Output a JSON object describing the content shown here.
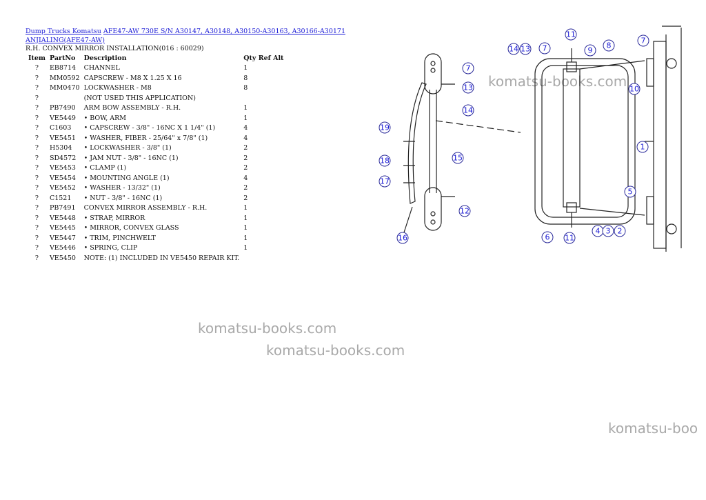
{
  "breadcrumb": {
    "category": "Dump Trucks Komatsu",
    "model_line1": "AFE47-AW 730E S/N A30147, A30148, A30150-A30163, A30166-A30171",
    "model_line2": "ANJIALING(AFE47-AW)"
  },
  "section_title": "R.H. CONVEX MIRROR INSTALLATION(016 : 60029)",
  "table": {
    "headers": {
      "item": "Item",
      "partno": "PartNo",
      "description": "Description",
      "qty": "Qty Ref Alt"
    },
    "rows": [
      {
        "item": "?",
        "partno": "EB8714",
        "description": "CHANNEL",
        "qty": "1"
      },
      {
        "item": "?",
        "partno": "MM0592",
        "description": "CAPSCREW - M8 X 1.25 X 16",
        "qty": "8"
      },
      {
        "item": "?",
        "partno": "MM0470",
        "description": "LOCKWASHER - M8",
        "qty": "8"
      },
      {
        "item": "?",
        "partno": "",
        "description": "(NOT USED THIS APPLICATION)",
        "qty": ""
      },
      {
        "item": "?",
        "partno": "PB7490",
        "description": "ARM BOW ASSEMBLY - R.H.",
        "qty": "1"
      },
      {
        "item": "?",
        "partno": "VE5449",
        "description": "• BOW, ARM",
        "qty": "1"
      },
      {
        "item": "?",
        "partno": "C1603",
        "description": "• CAPSCREW - 3/8\" - 16NC X 1 1/4\" (1)",
        "qty": "4"
      },
      {
        "item": "?",
        "partno": "VE5451",
        "description": "• WASHER, FIBER - 25/64\" x 7/8\" (1)",
        "qty": "4"
      },
      {
        "item": "?",
        "partno": "H5304",
        "description": "• LOCKWASHER - 3/8\" (1)",
        "qty": "2"
      },
      {
        "item": "?",
        "partno": "SD4572",
        "description": "• JAM NUT - 3/8\" - 16NC (1)",
        "qty": "2"
      },
      {
        "item": "?",
        "partno": "VE5453",
        "description": "• CLAMP (1)",
        "qty": "2"
      },
      {
        "item": "?",
        "partno": "VE5454",
        "description": "• MOUNTING ANGLE (1)",
        "qty": "4"
      },
      {
        "item": "?",
        "partno": "VE5452",
        "description": "• WASHER - 13/32\" (1)",
        "qty": "2"
      },
      {
        "item": "?",
        "partno": "C1521",
        "description": "• NUT - 3/8\" - 16NC (1)",
        "qty": "2"
      },
      {
        "item": "?",
        "partno": "PB7491",
        "description": "CONVEX MIRROR ASSEMBLY - R.H.",
        "qty": "1"
      },
      {
        "item": "?",
        "partno": "VE5448",
        "description": "• STRAP, MIRROR",
        "qty": "1"
      },
      {
        "item": "?",
        "partno": "VE5445",
        "description": "• MIRROR, CONVEX GLASS",
        "qty": "1"
      },
      {
        "item": "?",
        "partno": "VE5447",
        "description": "• TRIM, PINCHWELT",
        "qty": "1"
      },
      {
        "item": "?",
        "partno": "VE5446",
        "description": "• SPRING, CLIP",
        "qty": "1"
      },
      {
        "item": "?",
        "partno": "VE5450",
        "description": "NOTE: (1) INCLUDED IN VE5450 REPAIR KIT.",
        "qty": ""
      }
    ]
  },
  "watermarks": [
    "komatsu-books.com",
    "komatsu-books.com",
    "komatsu-books.com",
    "komatsu-boo"
  ],
  "diagram_callouts": [
    "11",
    "14",
    "13",
    "7",
    "9",
    "8",
    "7",
    "7",
    "10",
    "13",
    "14",
    "19",
    "15",
    "18",
    "17",
    "1",
    "5",
    "12",
    "16",
    "6",
    "11",
    "4",
    "3",
    "2"
  ],
  "colors": {
    "link": "#1a1ad6",
    "callout": "#2a2a9a",
    "watermark": "#a9a9a9"
  }
}
